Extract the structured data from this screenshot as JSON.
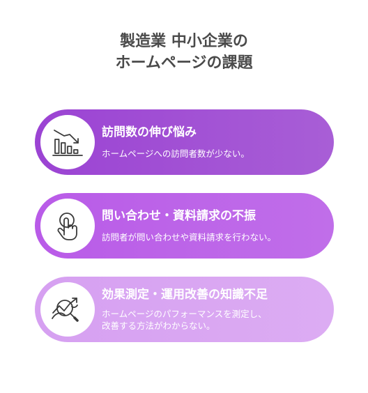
{
  "title": {
    "line1": "製造業 中小企業の",
    "line2": "ホームページの課題"
  },
  "cards": [
    {
      "heading": "訪問数の伸び悩み",
      "desc_lines": [
        "ホームページへの訪問者数が少ない。"
      ],
      "icon": "declining-bar-chart-icon",
      "color_start": "#9b43d3",
      "color_end": "#a85ed6"
    },
    {
      "heading": "問い合わせ・資料請求の不振",
      "desc_lines": [
        "訪問者が問い合わせや資料請求を行わない。"
      ],
      "icon": "hand-pointer-icon",
      "color_start": "#b95be8",
      "color_end": "#c06ee9"
    },
    {
      "heading": "効果測定・運用改善の知識不足",
      "desc_lines": [
        "ホームページのパフォーマンスを測定し、",
        "改善する方法がわからない。"
      ],
      "icon": "analytics-magnifier-icon",
      "color_start": "#d6a0f1",
      "color_end": "#dcacf3"
    }
  ]
}
